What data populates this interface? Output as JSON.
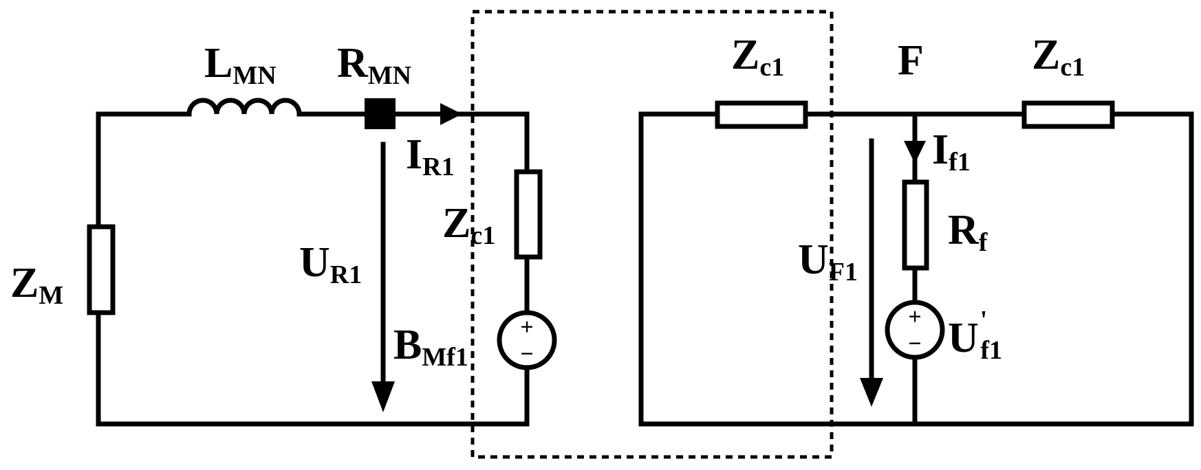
{
  "labels": {
    "zm": {
      "main": "Z",
      "sub": "M"
    },
    "lmn": {
      "main": "L",
      "sub": "MN"
    },
    "rmn": {
      "main": "R",
      "sub": "MN"
    },
    "ir1": {
      "main": "I",
      "sub": "R1"
    },
    "zc1_left": {
      "main": "Z",
      "sub": "c1"
    },
    "ur1": {
      "main": "U",
      "sub": "R1"
    },
    "bmf1": {
      "main": "B",
      "sub": "Mf1"
    },
    "zc1_mid": {
      "main": "Z",
      "sub": "c1"
    },
    "f": {
      "main": "F"
    },
    "zc1_right": {
      "main": "Z",
      "sub": "c1"
    },
    "if1": {
      "main": "I",
      "sub": "f1"
    },
    "rf": {
      "main": "R",
      "sub": "f"
    },
    "uf1": {
      "main": "U",
      "sub": "F1"
    },
    "uf1p": {
      "main": "U",
      "sup": "'",
      "sub": "f1"
    }
  },
  "source_signs": {
    "plus": "+",
    "minus": "−"
  },
  "colors": {
    "stroke": "#000000",
    "background": "#ffffff"
  }
}
